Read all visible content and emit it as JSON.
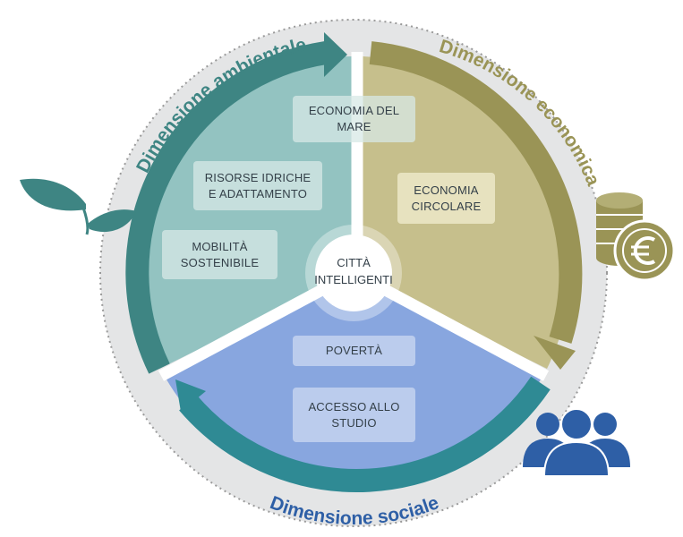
{
  "diagram": {
    "center": "CITTÀ\nINTELLIGENTI",
    "dimensions": {
      "environmental": {
        "title": "Dimensione ambientale",
        "color": "#3e8583"
      },
      "economic": {
        "title": "Dimensione economica",
        "color": "#9a9456"
      },
      "social": {
        "title": "Dimensione sociale",
        "color": "#2e5fa6"
      }
    },
    "items": {
      "economia_mare": "ECONOMIA DEL\nMARE",
      "risorse_idriche": "RISORSE IDRICHE\nE ADATTAMENTO",
      "mobilita": "MOBILITÀ\nSOSTENIBILE",
      "economia_circolare": "ECONOMIA\nCIRCOLARE",
      "poverta": "POVERTÀ",
      "accesso_studio": "ACCESSO ALLO\nSTUDIO"
    },
    "icons": [
      "leaves-icon",
      "coins-euro-icon",
      "people-icon"
    ]
  }
}
